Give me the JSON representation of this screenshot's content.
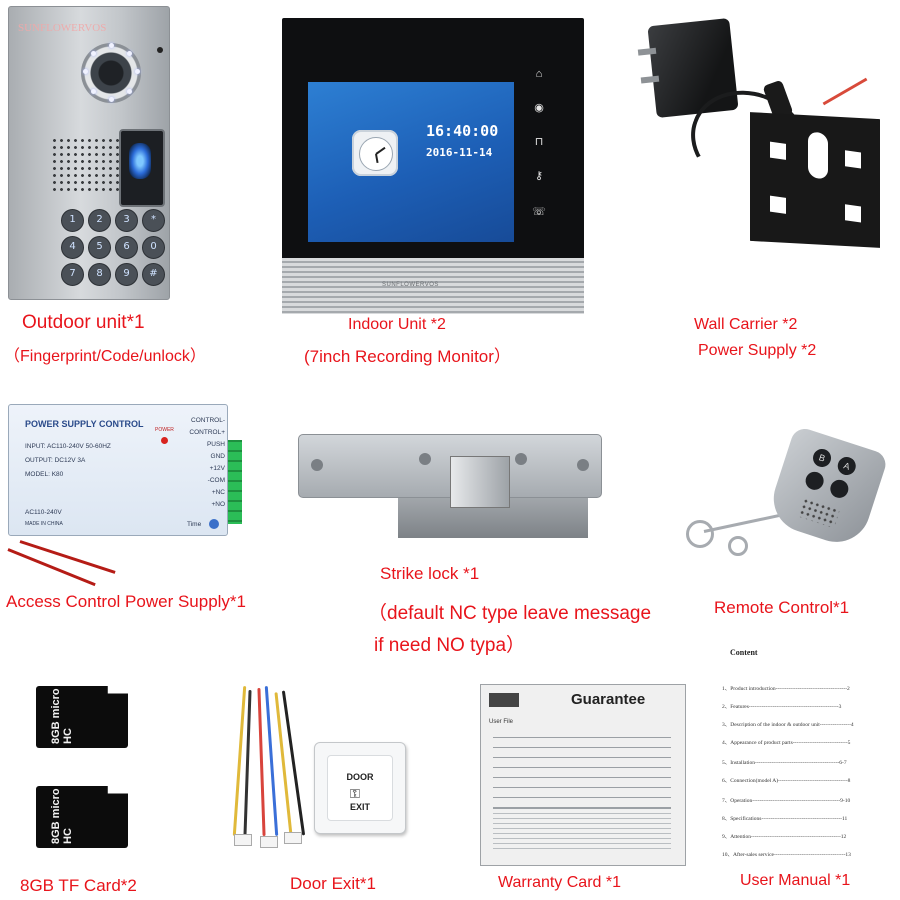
{
  "watermark": "SUNFLOWERVOS",
  "outdoor_unit": {
    "caption": "Outdoor unit*1",
    "subcaption": "（Fingerprint/Code/unlock）",
    "keys": [
      "1",
      "2",
      "3",
      "*",
      "4",
      "5",
      "6",
      "0",
      "7",
      "8",
      "9",
      "#"
    ]
  },
  "indoor_unit": {
    "caption": "Indoor Unit *2",
    "subcaption": "(7inch Recording Monitor）",
    "screen_time": "16:40:00",
    "screen_date": "2016-11-14",
    "brand": "SUNFLOWERVOS",
    "side_buttons": [
      "home-icon",
      "camera-icon",
      "lock-icon",
      "key-icon",
      "phone-icon"
    ]
  },
  "wall_carrier": {
    "caption": "Wall Carrier *2",
    "subcaption": "Power Supply *2"
  },
  "access_power": {
    "caption": "Access Control Power Supply*1",
    "label_title": "POWER SUPPLY CONTROL",
    "input": "INPUT: AC110-240V  50-60HZ",
    "output": "OUTPUT: DC12V  3A",
    "model": "MODEL: K80",
    "ac": "AC110-240V",
    "made": "MADE IN CHINA",
    "power_led": "POWER",
    "time": "Time",
    "terminals": [
      "CONTROL-",
      "CONTROL+",
      "PUSH",
      "GND",
      "+12V",
      "-COM",
      "+NC",
      "+NO"
    ]
  },
  "strike_lock": {
    "caption": "Strike lock *1",
    "line2": "（default NC type leave message",
    "line3": "if need NO typa）"
  },
  "remote": {
    "caption": "Remote Control*1",
    "buttons": [
      "B",
      "A",
      "",
      ""
    ]
  },
  "tf_card": {
    "caption": "8GB TF Card*2",
    "card_text": "8GB micro SD HC"
  },
  "door_exit": {
    "caption": "Door Exit*1",
    "plate_line1": "DOOR",
    "plate_line2": "EXIT"
  },
  "warranty": {
    "caption": "Warranty Card *1",
    "title": "Guarantee",
    "file_label": "User File"
  },
  "manual": {
    "caption": "User Manual *1",
    "title": "Content",
    "rows": [
      "1、Product introduction---------------------------------------2",
      "2、Features-------------------------------------------------3",
      "3、Description of the indoor & outdoor unit-----------------4",
      "4、Appearance of product parts------------------------------5",
      "5、Installation----------------------------------------------6-7",
      "6、Connection(model A)--------------------------------------8",
      "7、Operation------------------------------------------------9-10",
      "8、Specifications--------------------------------------------11",
      "9、Attention-------------------------------------------------12",
      "10、After-sales service---------------------------------------13"
    ]
  }
}
